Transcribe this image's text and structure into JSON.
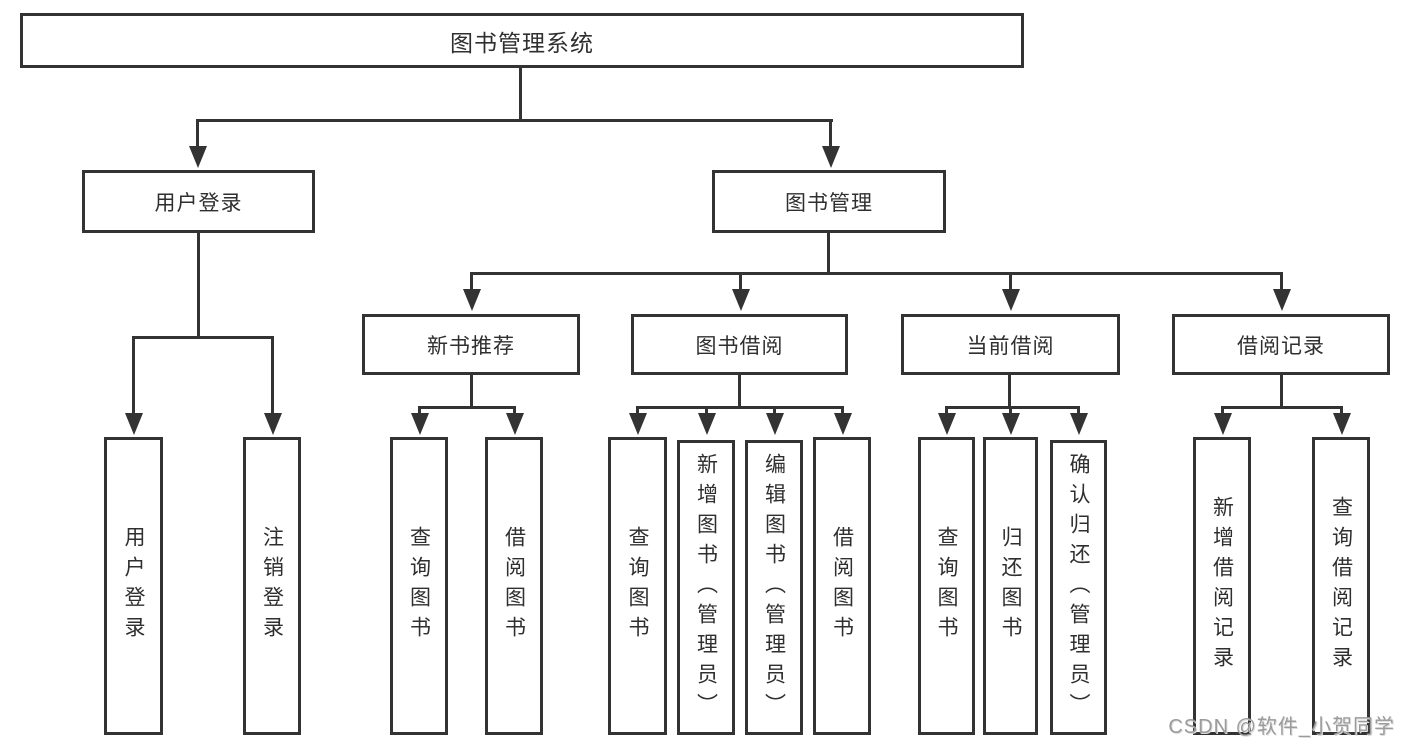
{
  "tree": {
    "label": "图书管理系统",
    "children": [
      {
        "label": "用户登录",
        "children": [
          {
            "label": "用户登录"
          },
          {
            "label": "注销登录"
          }
        ]
      },
      {
        "label": "图书管理",
        "children": [
          {
            "label": "新书推荐",
            "children": [
              {
                "label": "查询图书"
              },
              {
                "label": "借阅图书"
              }
            ]
          },
          {
            "label": "图书借阅",
            "children": [
              {
                "label": "查询图书"
              },
              {
                "label": "新增图书（管理员）"
              },
              {
                "label": "编辑图书（管理员）"
              },
              {
                "label": "借阅图书"
              }
            ]
          },
          {
            "label": "当前借阅",
            "children": [
              {
                "label": "查询图书"
              },
              {
                "label": "归还图书"
              },
              {
                "label": "确认归还（管理员）"
              }
            ]
          },
          {
            "label": "借阅记录",
            "children": [
              {
                "label": "新增借阅记录"
              },
              {
                "label": "查询借阅记录"
              }
            ]
          }
        ]
      }
    ]
  },
  "watermark": {
    "text": "CSDN @软件_小贺同学"
  },
  "colors": {
    "line": "#333333",
    "text": "#2f2f2f",
    "background": "#ffffff",
    "watermark": "#9b9b9b"
  }
}
